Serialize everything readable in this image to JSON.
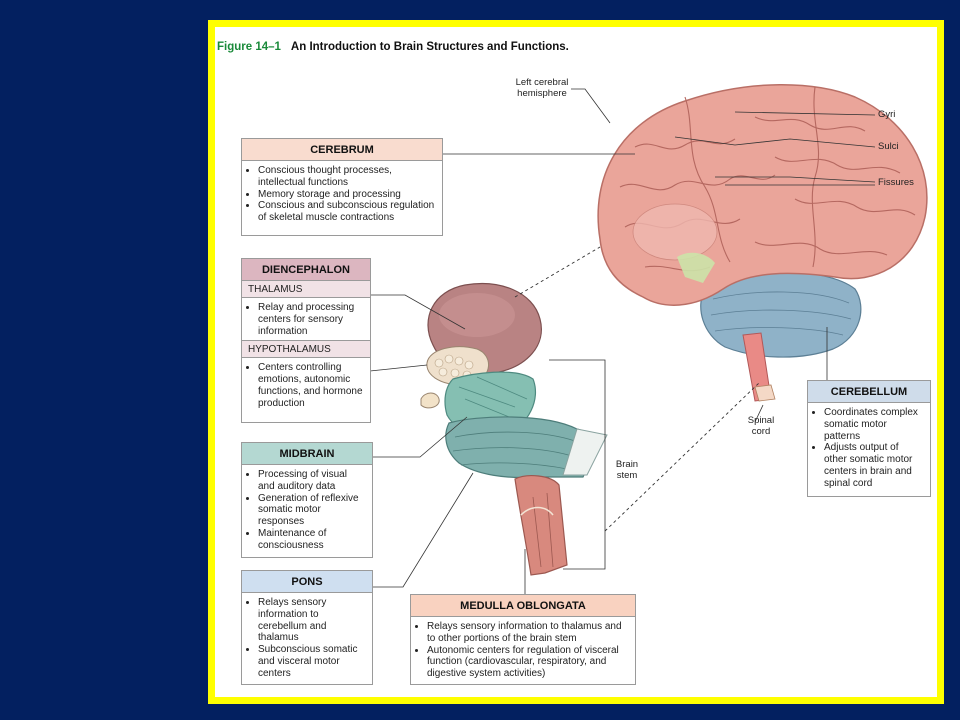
{
  "figure": {
    "number": "Figure 14–1",
    "title": "An Introduction to Brain Structures and Functions."
  },
  "labels": {
    "left_cerebral_hemisphere": "Left cerebral hemisphere",
    "gyri": "Gyri",
    "sulci": "Sulci",
    "fissures": "Fissures",
    "spinal_cord": "Spinal cord",
    "brain_stem": "Brain stem"
  },
  "cerebrum": {
    "title": "CEREBRUM",
    "items": [
      "Conscious thought processes, intellectual functions",
      "Memory storage and processing",
      "Conscious and subconscious regulation of skeletal muscle contractions"
    ]
  },
  "diencephalon": {
    "title": "DIENCEPHALON",
    "thalamus": {
      "title": "THALAMUS",
      "items": [
        "Relay and processing centers for sensory information"
      ]
    },
    "hypothalamus": {
      "title": "HYPOTHALAMUS",
      "items": [
        "Centers controlling emotions, autonomic functions, and hormone production"
      ]
    }
  },
  "midbrain": {
    "title": "MIDBRAIN",
    "items": [
      "Processing of visual and auditory data",
      "Generation of reflexive somatic motor responses",
      "Maintenance of consciousness"
    ]
  },
  "pons": {
    "title": "PONS",
    "items": [
      "Relays sensory information to cerebellum and thalamus",
      "Subconscious somatic and visceral motor centers"
    ]
  },
  "medulla": {
    "title": "MEDULLA OBLONGATA",
    "items": [
      "Relays sensory information to thalamus and to other portions of the brain stem",
      "Autonomic centers for regulation of visceral function (cardiovascular, respiratory, and digestive system activities)"
    ]
  },
  "cerebellum": {
    "title": "CEREBELLUM",
    "items": [
      "Coordinates complex somatic motor patterns",
      "Adjusts output of other somatic motor centers in brain and spinal cord"
    ]
  },
  "colors": {
    "page_background": "#032060",
    "frame_border": "#ffff00",
    "cerebrum_header": "#f9dccf",
    "diencephalon_header": "#dcb6c0",
    "sub_header": "#f1e2e6",
    "midbrain_header": "#b4d8d2",
    "pons_header": "#cfdff0",
    "medulla_header": "#f9d2c0",
    "cerebellum_header": "#cfdcea",
    "brain_pink": "#eaa59a",
    "cerebellum_blue": "#8fb2c8",
    "brainstem_teal": "#7fb0ad"
  }
}
